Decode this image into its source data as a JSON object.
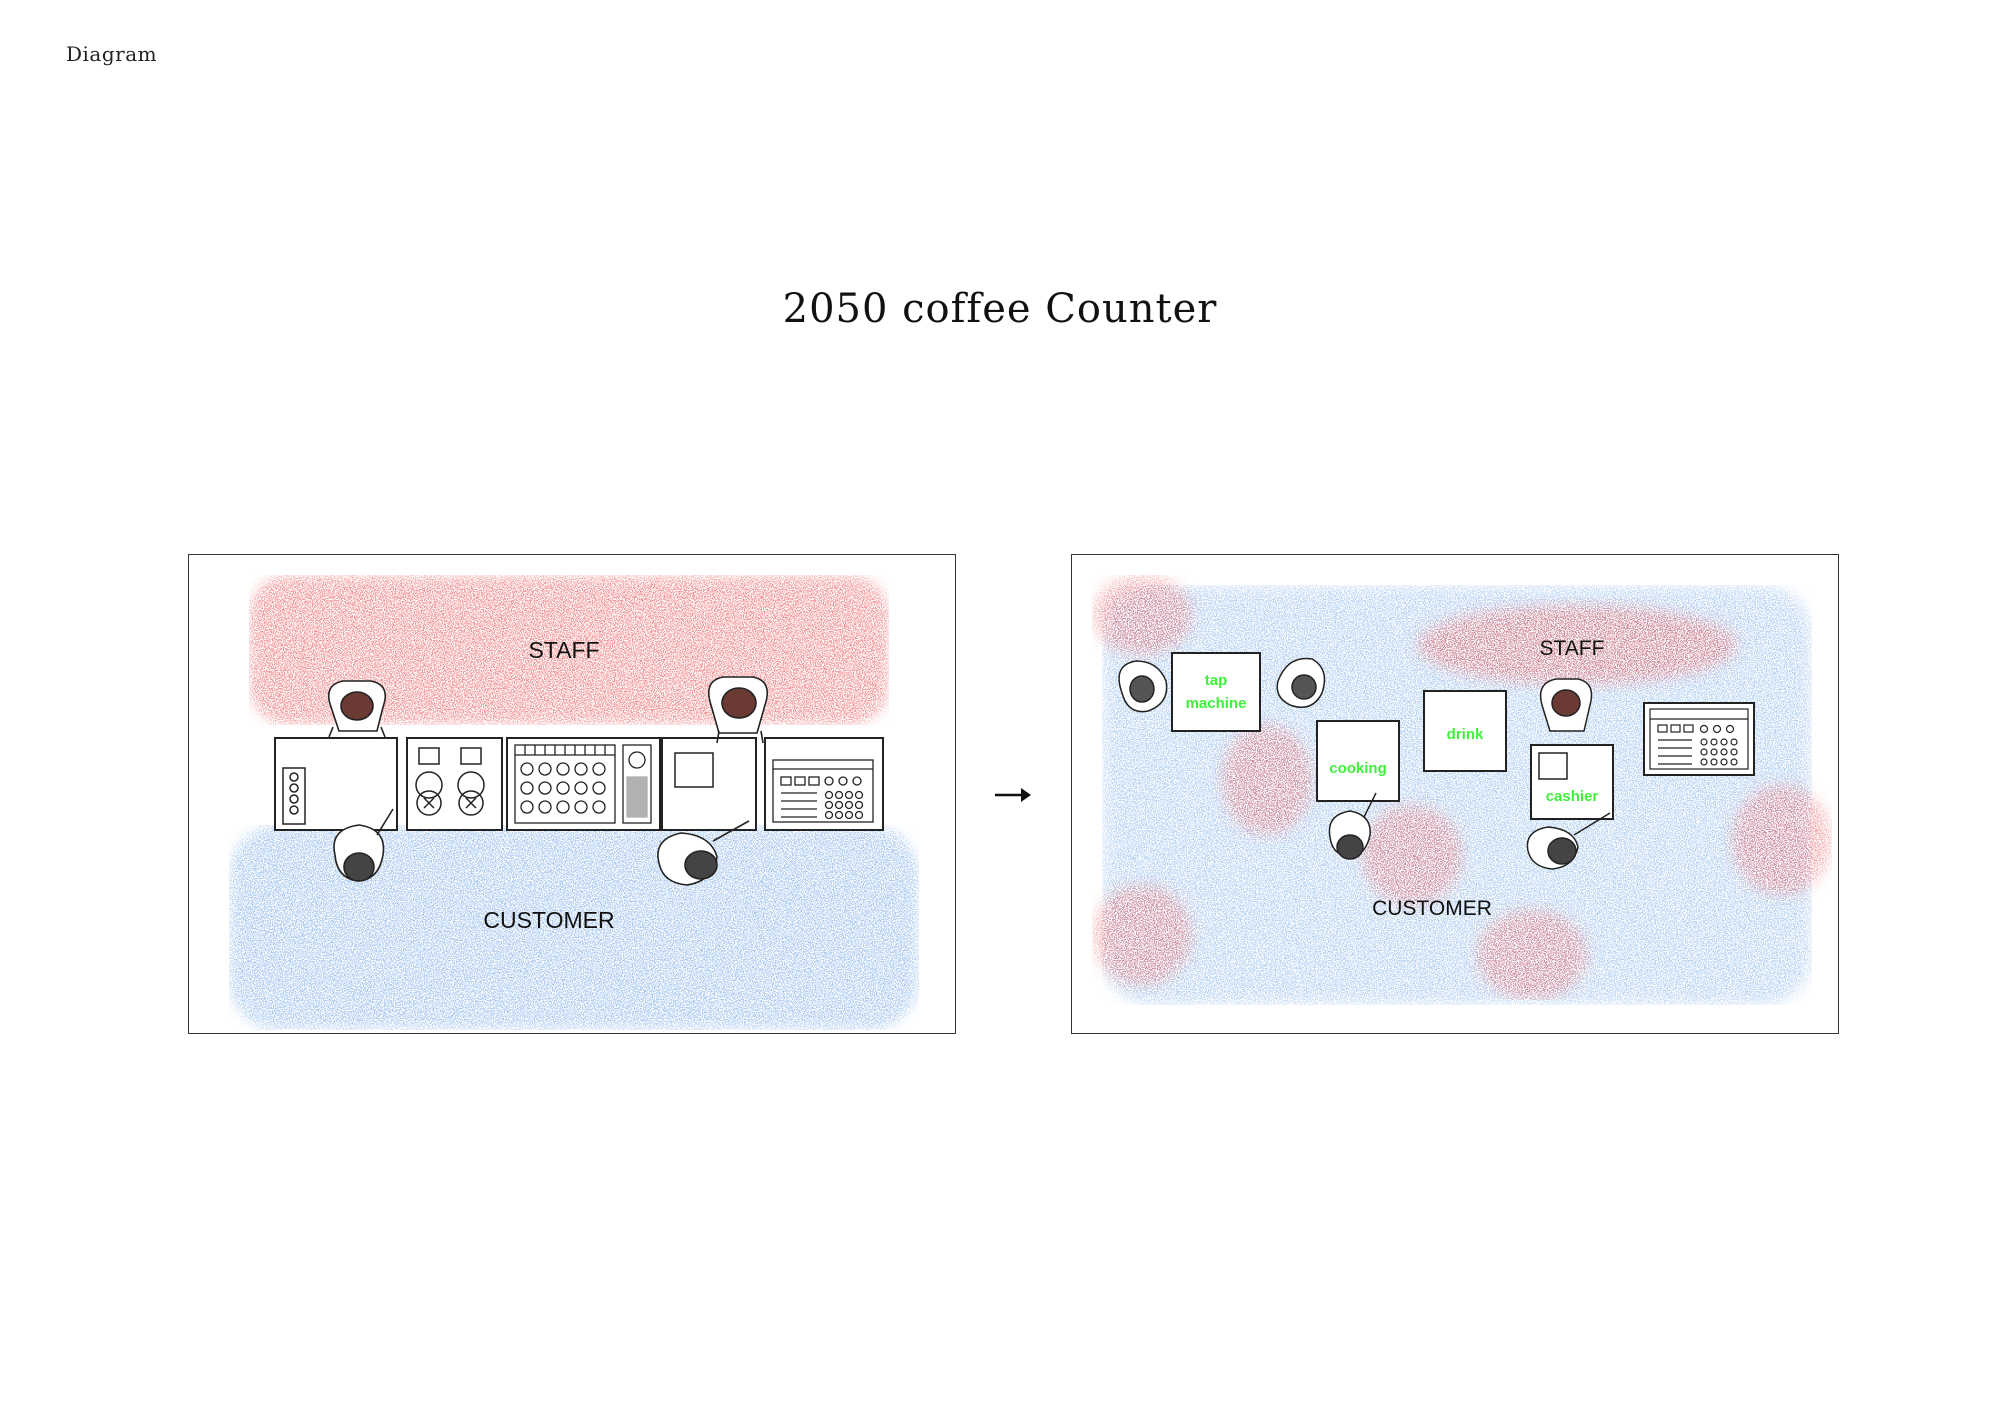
{
  "page": {
    "corner_label": "Diagram",
    "title": "2050 coffee Counter"
  },
  "left_panel": {
    "zone_top_label": "STAFF",
    "zone_bottom_label": "CUSTOMER"
  },
  "right_panel": {
    "zone_top_label": "STAFF",
    "zone_bottom_label": "CUSTOMER",
    "stations": {
      "tap_line1": "tap",
      "tap_line2": "machine",
      "cooking": "cooking",
      "drink": "drink",
      "cashier": "cashier"
    }
  },
  "colors": {
    "staff_zone": "#e8474a",
    "customer_zone": "#4a8fe0",
    "station_label": "#3ef23a",
    "line": "#222222"
  }
}
